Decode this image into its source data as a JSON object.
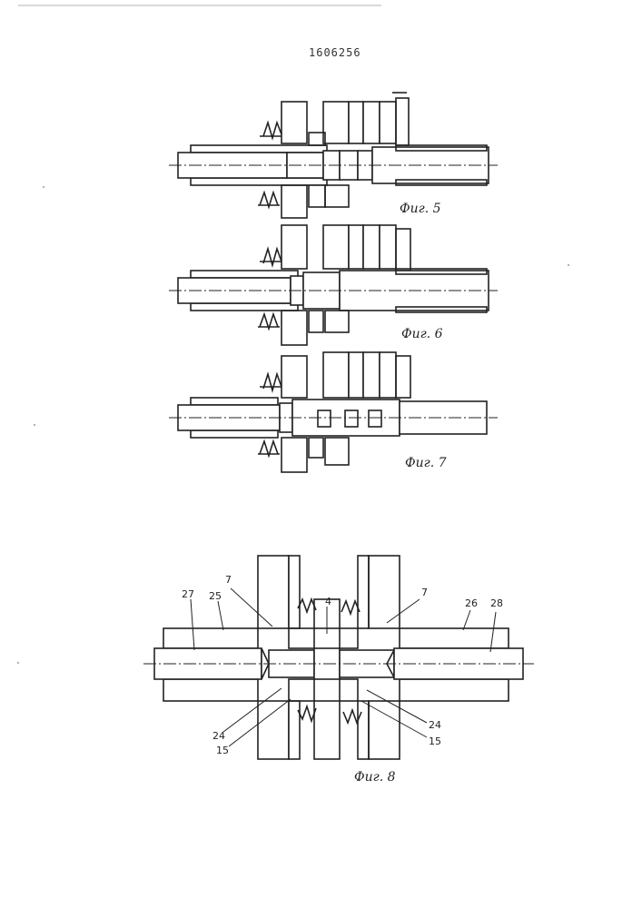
{
  "document": {
    "patent_number": "1606256"
  },
  "figures": [
    {
      "caption": "Фиг. 5"
    },
    {
      "caption": "Фиг. 6"
    },
    {
      "caption": "Фиг. 7"
    },
    {
      "caption": "Фиг. 8"
    }
  ],
  "fig8_labels": {
    "l7a": "7",
    "l27": "27",
    "l25": "25",
    "l4": "4",
    "l7b": "7",
    "l26": "26",
    "l28": "28",
    "l24a": "24",
    "l15a": "15",
    "l24b": "24",
    "l15b": "15"
  }
}
